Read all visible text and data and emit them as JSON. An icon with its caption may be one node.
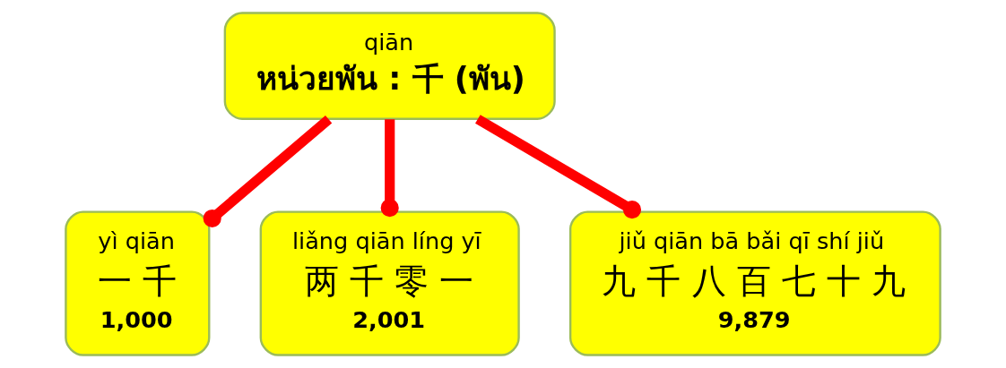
{
  "diagram": {
    "nodes": [
      {
        "text": [
          "qiān",
          "หน่วยพัน : 千 (พัน)"
        ]
      },
      {
        "text": [
          "yì qiān",
          "一 千",
          "1,000"
        ]
      },
      {
        "text": [
          "liǎng qiān líng yī",
          "两 千 零 一",
          "2,001"
        ]
      },
      {
        "text": [
          "jiǔ qiān bā bǎi qī shí jiǔ",
          "九 千 八 百 七 十 九",
          "9,879"
        ]
      }
    ],
    "edges": [
      {
        "from": 0,
        "to": 1,
        "arrow": "other"
      },
      {
        "from": 0,
        "to": 2,
        "arrow": "other"
      },
      {
        "from": 0,
        "to": 3,
        "arrow": "other"
      }
    ]
  }
}
